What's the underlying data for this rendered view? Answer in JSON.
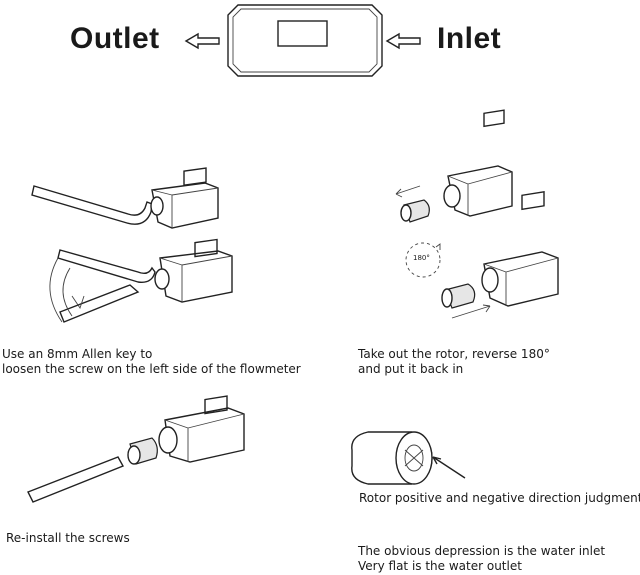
{
  "header": {
    "outlet_label": "Outlet",
    "inlet_label": "Inlet"
  },
  "steps": {
    "step1_line1": "Use an 8mm Allen key to",
    "step1_line2": "loosen the screw on the left side of the flowmeter",
    "step2_line1": "Take out the rotor, reverse 180°",
    "step2_line2": "and put it back in",
    "rotation_label": "180°",
    "step3": "Re-install the screws",
    "rotor_title": "Rotor positive and negative direction judgment",
    "rotor_line1": "The obvious depression is the water inlet",
    "rotor_line2": "Very flat is the water outlet"
  },
  "colors": {
    "ink": "#222222",
    "background": "#ffffff"
  }
}
